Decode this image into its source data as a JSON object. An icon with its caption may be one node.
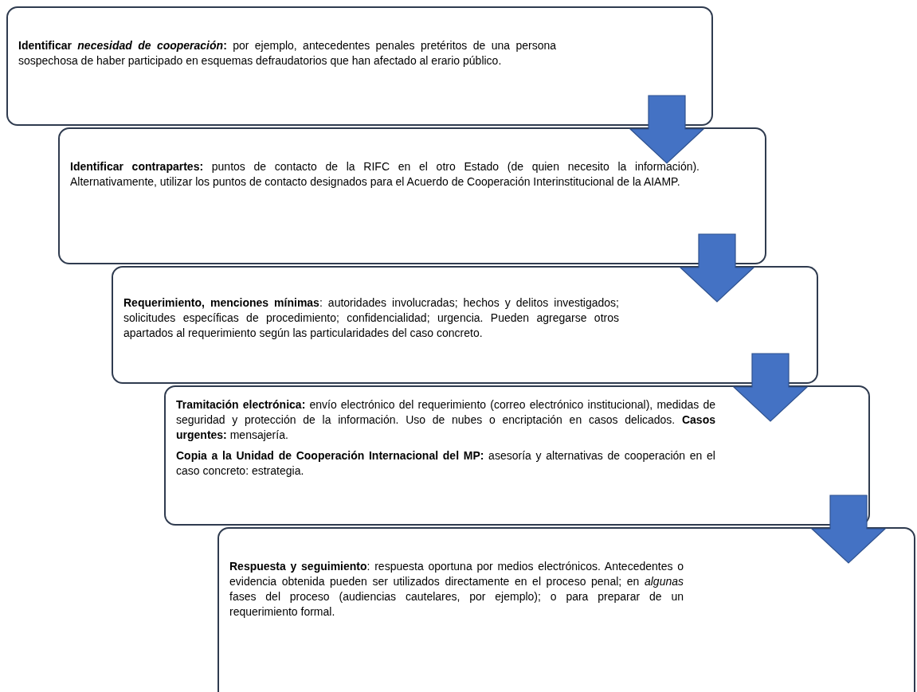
{
  "diagram": {
    "nodes": [
      {
        "text": [
          "**Identificar *necesidad de cooperación*:** por ejemplo, antecedentes penales pretéritos de una persona sospechosa de haber participado en esquemas defraudatorios que han afectado al erario público."
        ]
      },
      {
        "text": [
          "**Identificar contrapartes:** puntos de contacto de la RIFC en el otro Estado (de quien necesito la información). Alternativamente, utilizar los puntos de contacto designados para el Acuerdo de Cooperación Interinstitucional de la AIAMP."
        ]
      },
      {
        "text": [
          "**Requerimiento, menciones mínimas**: autoridades involucradas; hechos y delitos investigados; solicitudes específicas de procedimiento; confidencialidad; urgencia. Pueden agregarse otros apartados al requerimiento según las particularidades del caso concreto."
        ]
      },
      {
        "text": [
          "**Tramitación electrónica:** envío electrónico del requerimiento (correo electrónico institucional), medidas de seguridad y protección de la información. Uso de nubes o encriptación en casos delicados. **Casos urgentes:** mensajería.",
          "**Copia a la Unidad de Cooperación Internacional del MP:** asesoría y alternativas de cooperación en el caso concreto: estrategia."
        ]
      },
      {
        "text": [
          "**Respuesta y seguimiento**: respuesta oportuna por medios electrónicos. Antecedentes o evidencia obtenida pueden ser utilizados directamente en el proceso penal; en *algunas* fases del proceso (audiencias cautelares, por ejemplo); o para preparar de un requerimiento formal."
        ]
      }
    ],
    "edges": [
      {
        "from": 0,
        "to": 1,
        "arrow": "to"
      },
      {
        "from": 1,
        "to": 2,
        "arrow": "to"
      },
      {
        "from": 2,
        "to": 3,
        "arrow": "to"
      },
      {
        "from": 3,
        "to": 4,
        "arrow": "to"
      }
    ]
  }
}
